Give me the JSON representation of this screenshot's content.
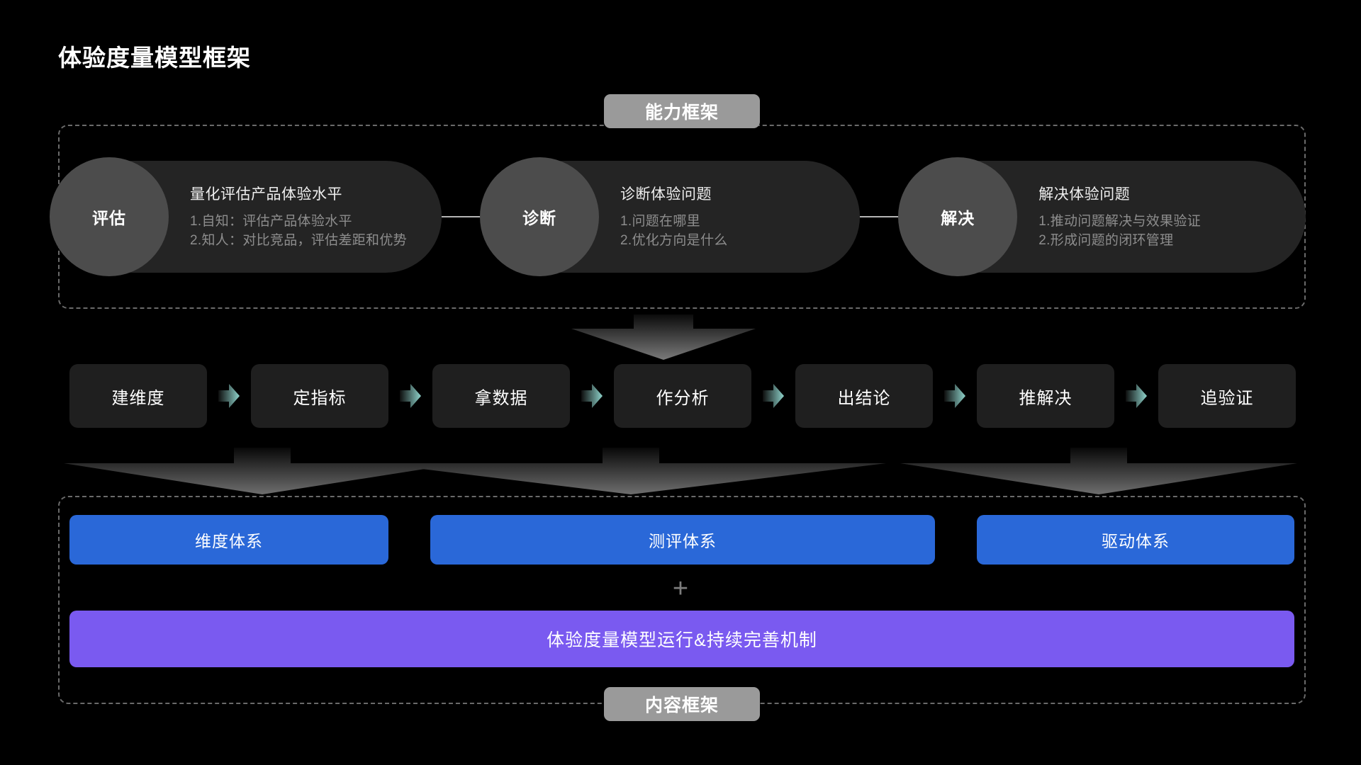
{
  "page_title": "体验度量模型框架",
  "badges": {
    "capability": "能力框架",
    "content": "内容框架"
  },
  "colors": {
    "background": "#000000",
    "card": "#242424",
    "circle": "#4c4c4c",
    "badge": "#9a9a9a",
    "step_card": "#1f1f1f",
    "step_arrow": "#8fd4cc",
    "system_bar": "#2a68d8",
    "mechanism_bar": "#7a5af0",
    "dashed_border": "#6a6a6a"
  },
  "capability_framework": {
    "cards": [
      {
        "circle": "评估",
        "heading": "量化评估产品体验水平",
        "items": [
          "1.自知：评估产品体验水平",
          "2.知人：对比竞品，评估差距和优势"
        ]
      },
      {
        "circle": "诊断",
        "heading": "诊断体验问题",
        "items": [
          "1.问题在哪里",
          "2.优化方向是什么"
        ]
      },
      {
        "circle": "解决",
        "heading": "解决体验问题",
        "items": [
          "1.推动问题解决与效果验证",
          "2.形成问题的闭环管理"
        ]
      }
    ]
  },
  "process_steps": [
    "建维度",
    "定指标",
    "拿数据",
    "作分析",
    "出结论",
    "推解决",
    "追验证"
  ],
  "content_framework": {
    "systems": [
      "维度体系",
      "测评体系",
      "驱动体系"
    ],
    "plus": "+",
    "mechanism": "体验度量模型运行&持续完善机制"
  }
}
